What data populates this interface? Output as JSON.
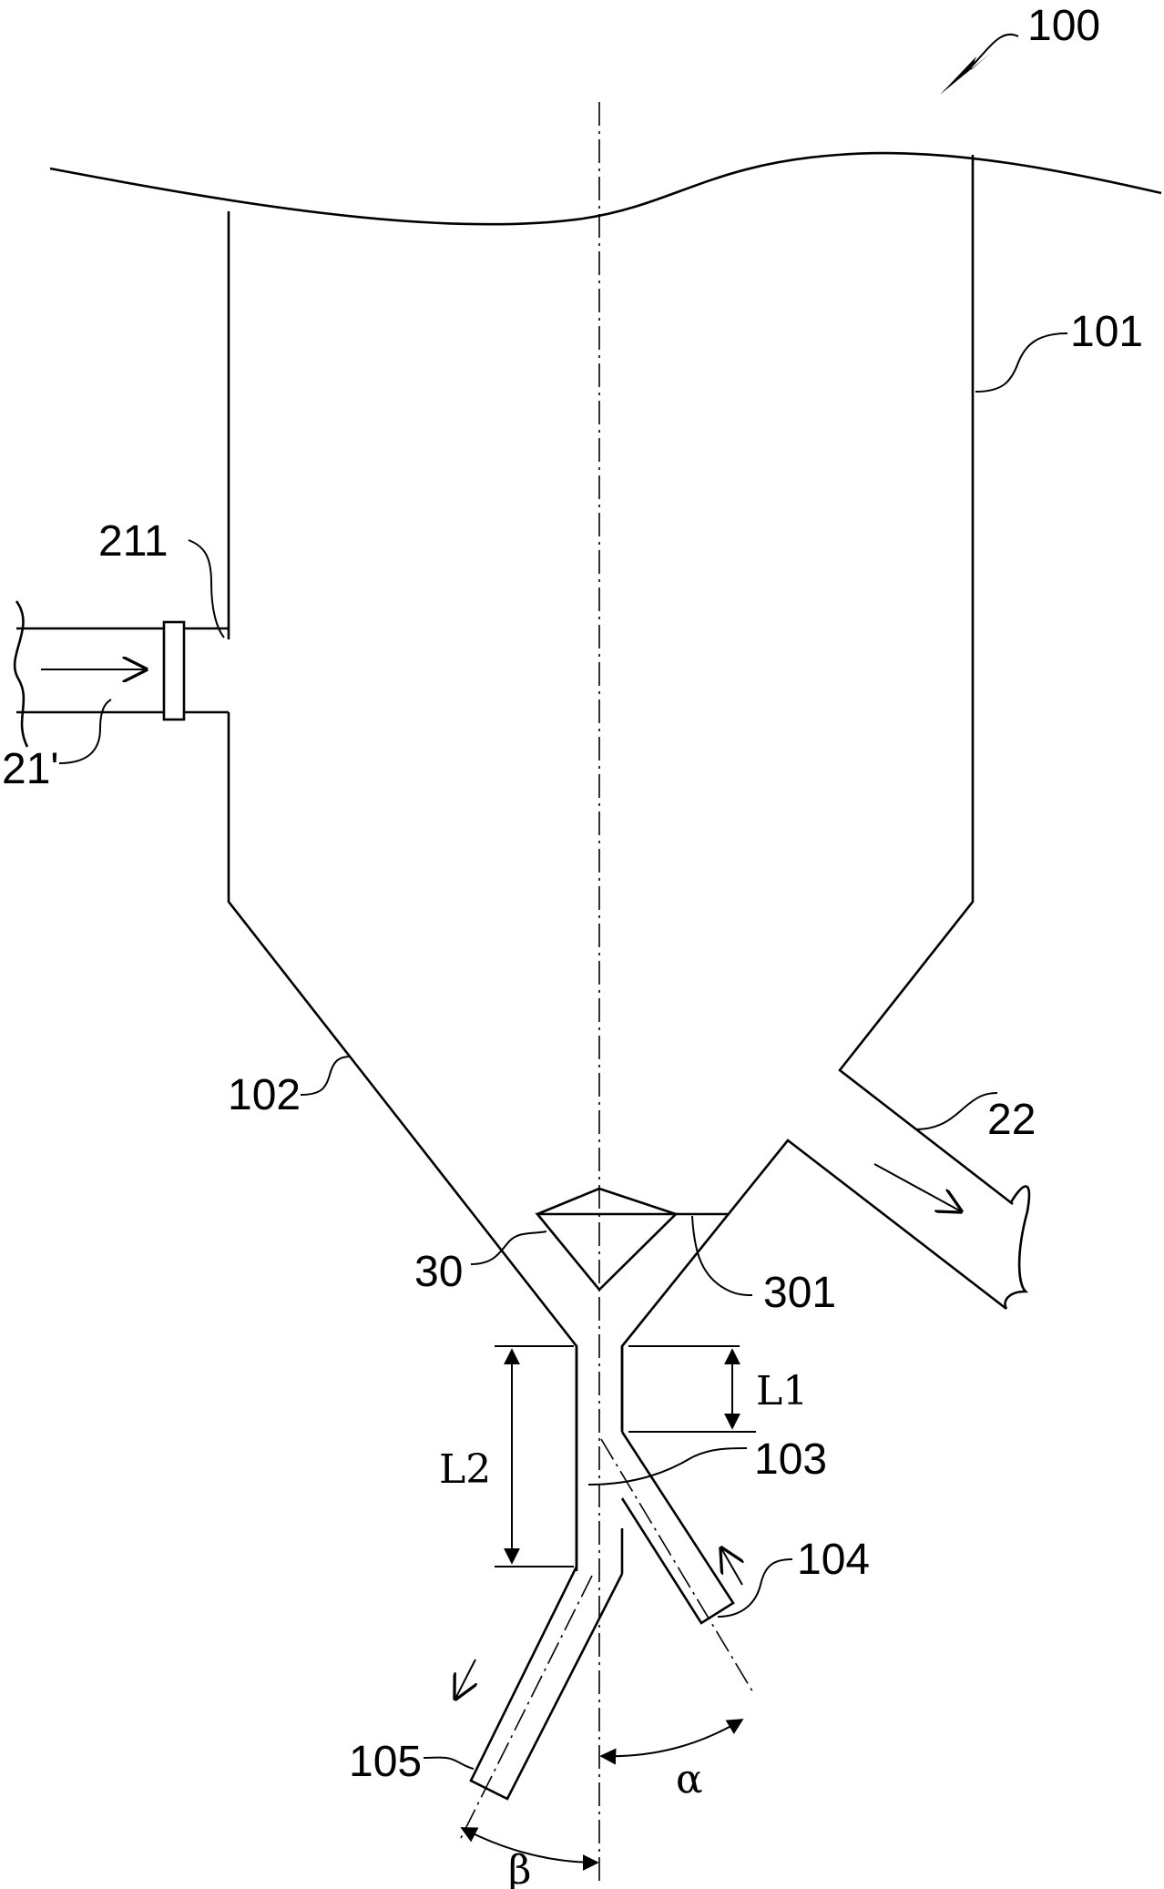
{
  "figure": {
    "labels": {
      "assembly": "100",
      "vessel_wall": "101",
      "cone": "102",
      "outlet_pipe": "103",
      "inlet_branch": "104",
      "discharge_branch": "105",
      "deflector": "30",
      "deflector_support": "301",
      "feed_pipe": "21'",
      "flange": "211",
      "exhaust_pipe": "22",
      "length_short": "L1",
      "length_long": "L2",
      "angle_a": "α",
      "angle_b": "β"
    }
  }
}
